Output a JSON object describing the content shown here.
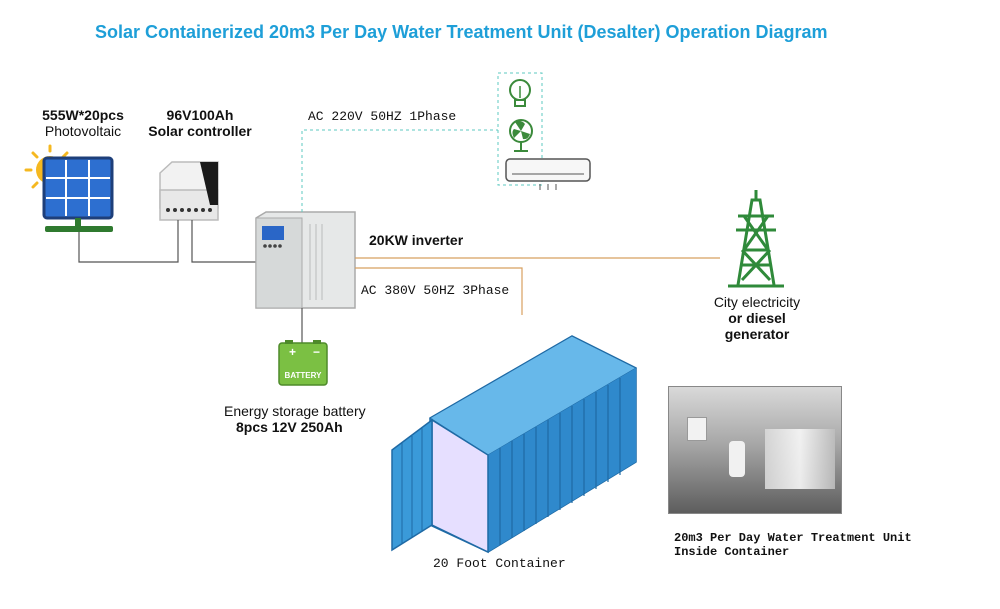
{
  "title": "Solar Containerized 20m3 Per Day Water Treatment Unit (Desalter) Operation Diagram",
  "pv": {
    "line1": "555W*20pcs",
    "line2": "Photovoltaic"
  },
  "controller": {
    "line1": "96V100Ah",
    "line2": "Solar controller"
  },
  "ac_single_phase": "AC 220V 50HZ 1Phase",
  "inverter": "20KW inverter",
  "ac_three_phase": "AC 380V 50HZ 3Phase",
  "grid": {
    "line1": "City electricity",
    "line2": "or diesel",
    "line3": "generator"
  },
  "battery": {
    "plate": "BATTERY",
    "plus": "+",
    "minus": "−",
    "line1": "Energy storage battery",
    "line2": "8pcs 12V 250Ah"
  },
  "container": "20 Foot Container",
  "interior": {
    "line1": "20m3 Per Day Water Treatment Unit",
    "line2": "Inside Container"
  },
  "colors": {
    "title": "#1e9fd8",
    "container_blue": "#3a9ad9",
    "dashed_line": "#5cc9c0",
    "ac_line": "#d8a060",
    "tower": "#2f8a3a",
    "battery": "#7bc043"
  },
  "icons": [
    "sun-icon",
    "solar-panel-icon",
    "solar-controller-icon",
    "inverter-icon",
    "light-bulb-icon",
    "fan-icon",
    "air-conditioner-icon",
    "power-tower-icon",
    "battery-icon",
    "shipping-container-icon",
    "container-interior-photo"
  ]
}
